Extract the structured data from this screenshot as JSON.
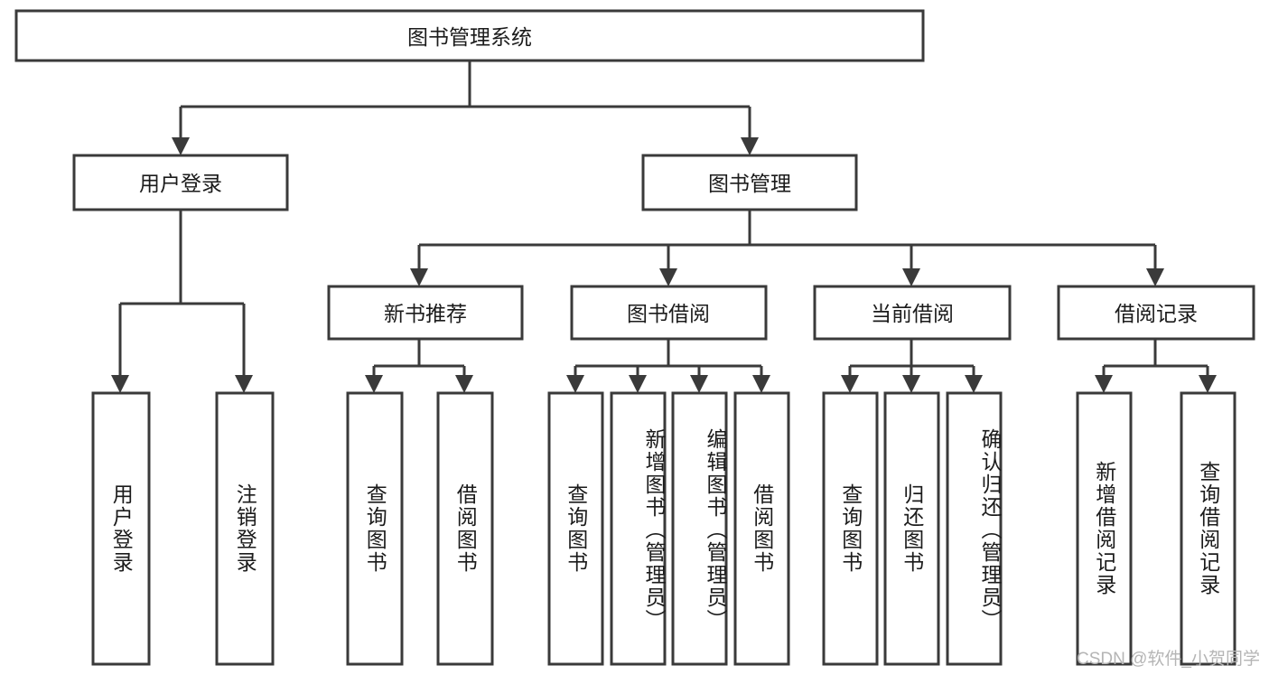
{
  "diagram": {
    "title": "图书管理系统",
    "type": "function-hierarchy-tree",
    "root": {
      "id": "root",
      "label": "图书管理系统",
      "orientation": "horizontal"
    },
    "level2": [
      {
        "id": "user-login",
        "label": "用户登录",
        "orientation": "horizontal"
      },
      {
        "id": "book-manage",
        "label": "图书管理",
        "orientation": "horizontal"
      }
    ],
    "level3": [
      {
        "id": "new-book-recommend",
        "label": "新书推荐",
        "orientation": "horizontal",
        "parent": "book-manage"
      },
      {
        "id": "book-borrow",
        "label": "图书借阅",
        "orientation": "horizontal",
        "parent": "book-manage"
      },
      {
        "id": "current-borrow",
        "label": "当前借阅",
        "orientation": "horizontal",
        "parent": "book-manage"
      },
      {
        "id": "borrow-record",
        "label": "借阅记录",
        "orientation": "horizontal",
        "parent": "book-manage"
      }
    ],
    "leaves": [
      {
        "id": "leaf-user-login",
        "label": "用户登录",
        "parent": "user-login",
        "orientation": "vertical"
      },
      {
        "id": "leaf-user-logout",
        "label": "注销登录",
        "parent": "user-login",
        "orientation": "vertical"
      },
      {
        "id": "leaf-query-book-1",
        "label": "查询图书",
        "parent": "new-book-recommend",
        "orientation": "vertical"
      },
      {
        "id": "leaf-borrow-book-1",
        "label": "借阅图书",
        "parent": "new-book-recommend",
        "orientation": "vertical"
      },
      {
        "id": "leaf-query-book-2",
        "label": "查询图书",
        "parent": "book-borrow",
        "orientation": "vertical"
      },
      {
        "id": "leaf-add-book",
        "label": "新增图书（管理员）",
        "parent": "book-borrow",
        "orientation": "vertical"
      },
      {
        "id": "leaf-edit-book",
        "label": "编辑图书（管理员）",
        "parent": "book-borrow",
        "orientation": "vertical"
      },
      {
        "id": "leaf-borrow-book-2",
        "label": "借阅图书",
        "parent": "book-borrow",
        "orientation": "vertical"
      },
      {
        "id": "leaf-query-book-3",
        "label": "查询图书",
        "parent": "current-borrow",
        "orientation": "vertical"
      },
      {
        "id": "leaf-return-book",
        "label": "归还图书",
        "parent": "current-borrow",
        "orientation": "vertical"
      },
      {
        "id": "leaf-confirm-return",
        "label": "确认归还（管理员）",
        "parent": "current-borrow",
        "orientation": "vertical"
      },
      {
        "id": "leaf-add-record",
        "label": "新增借阅记录",
        "parent": "borrow-record",
        "orientation": "vertical"
      },
      {
        "id": "leaf-query-record",
        "label": "查询借阅记录",
        "parent": "borrow-record",
        "orientation": "vertical"
      }
    ],
    "colors": {
      "background": "#ffffff",
      "box_fill": "#ffffff",
      "box_stroke": "#3a3a3a",
      "connector": "#3a3a3a",
      "text": "#1b1b1b",
      "watermark": "#b5b5b5"
    }
  },
  "watermark": {
    "text": "CSDN @软件_小贺同学"
  }
}
